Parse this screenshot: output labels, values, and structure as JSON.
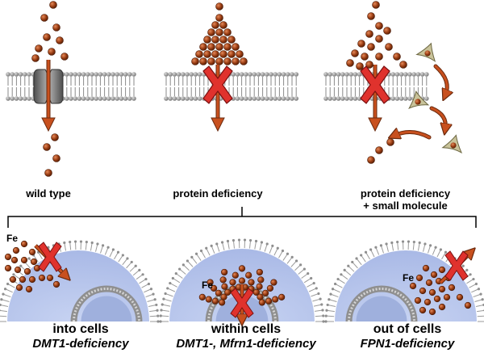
{
  "top_panels": [
    {
      "id": "wild-type",
      "label": "wild type"
    },
    {
      "id": "protein-deficiency",
      "label": "protein deficiency"
    },
    {
      "id": "small-molecule",
      "label_line1": "protein deficiency",
      "label_line2": "+ small molecule"
    }
  ],
  "bottom_panels": [
    {
      "id": "into-cells",
      "title": "into cells",
      "subtitle": "DMT1-deficiency",
      "fe_label": "Fe"
    },
    {
      "id": "within-cells",
      "title": "within cells",
      "subtitle": "DMT1-, Mfrn1-deficiency",
      "fe_label": "Fe"
    },
    {
      "id": "out-of-cells",
      "title": "out of cells",
      "subtitle": "FPN1-deficiency",
      "fe_label": "Fe"
    }
  ],
  "colors": {
    "iron": "#9b3e14",
    "membrane_head": "#8f8f8f",
    "channel": "#6e6e6e",
    "block_x": "#e0322d",
    "arrow": "#c8501e",
    "small_molecule": "#c9c39a",
    "cell_fill": "#b8c7ec"
  }
}
